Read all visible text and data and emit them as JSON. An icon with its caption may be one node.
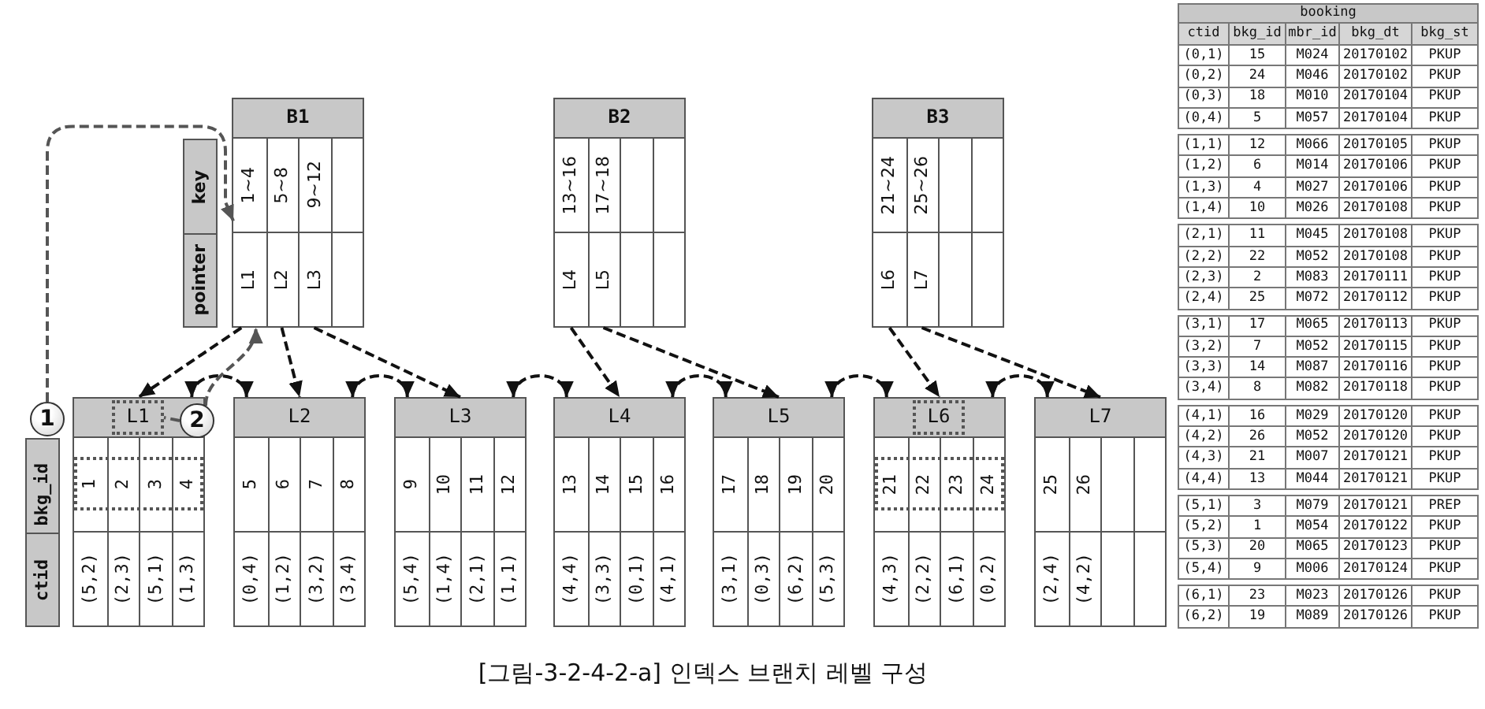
{
  "diagram": {
    "caption": "[그림-3-2-4-2-a] 인덱스 브랜치 레벨 구성",
    "nodes": [
      {
        "text": [
          "key"
        ]
      },
      {
        "text": [
          "pointer"
        ]
      },
      {
        "text": [
          "B1"
        ]
      },
      {
        "text": [
          "1~4"
        ],
        "in": 2
      },
      {
        "text": [
          "5~8"
        ],
        "in": 2
      },
      {
        "text": [
          "9~12"
        ],
        "in": 2
      },
      {
        "text": [],
        "shape": "box",
        "in": 2
      },
      {
        "text": [
          "L1"
        ],
        "in": 2
      },
      {
        "text": [
          "L2"
        ],
        "in": 2
      },
      {
        "text": [
          "L3"
        ],
        "in": 2
      },
      {
        "text": [],
        "shape": "box",
        "in": 2
      },
      {
        "text": [
          "B2"
        ]
      },
      {
        "text": [
          "13~16"
        ],
        "in": 11
      },
      {
        "text": [
          "17~18"
        ],
        "in": 11
      },
      {
        "text": [],
        "shape": "box",
        "in": 11
      },
      {
        "text": [],
        "shape": "box",
        "in": 11
      },
      {
        "text": [
          "L4"
        ],
        "in": 11
      },
      {
        "text": [
          "L5"
        ],
        "in": 11
      },
      {
        "text": [],
        "shape": "box",
        "in": 11
      },
      {
        "text": [],
        "shape": "box",
        "in": 11
      },
      {
        "text": [
          "B3"
        ]
      },
      {
        "text": [
          "21~24"
        ],
        "in": 20
      },
      {
        "text": [
          "25~26"
        ],
        "in": 20
      },
      {
        "text": [],
        "shape": "box",
        "in": 20
      },
      {
        "text": [],
        "shape": "box",
        "in": 20
      },
      {
        "text": [
          "L6"
        ],
        "in": 20
      },
      {
        "text": [
          "L7"
        ],
        "in": 20
      },
      {
        "text": [],
        "shape": "box",
        "in": 20
      },
      {
        "text": [],
        "shape": "box",
        "in": 20
      },
      {
        "text": [
          "bkg_id"
        ]
      },
      {
        "text": [
          "ctid"
        ]
      },
      {
        "text": [
          "1"
        ]
      },
      {
        "text": [],
        "shape": "box"
      },
      {
        "text": [
          "L1"
        ],
        "in": 32
      },
      {
        "text": [],
        "shape": "box",
        "in": 32
      },
      {
        "text": [
          "1"
        ],
        "in": 32
      },
      {
        "text": [
          "2"
        ],
        "in": 32
      },
      {
        "text": [
          "3"
        ],
        "in": 32
      },
      {
        "text": [
          "4"
        ],
        "in": 32
      },
      {
        "text": [
          "(5,2)"
        ],
        "in": 32
      },
      {
        "text": [
          "(2,3)"
        ],
        "in": 32
      },
      {
        "text": [
          "(5,1)"
        ],
        "in": 32
      },
      {
        "text": [
          "(1,3)"
        ],
        "in": 32
      },
      {
        "text": [
          "2"
        ]
      },
      {
        "text": [
          "L2"
        ]
      },
      {
        "text": [
          "5"
        ],
        "in": 44
      },
      {
        "text": [
          "6"
        ],
        "in": 44
      },
      {
        "text": [
          "7"
        ],
        "in": 44
      },
      {
        "text": [
          "8"
        ],
        "in": 44
      },
      {
        "text": [
          "(0,4)"
        ],
        "in": 44
      },
      {
        "text": [
          "(1,2)"
        ],
        "in": 44
      },
      {
        "text": [
          "(3,2)"
        ],
        "in": 44
      },
      {
        "text": [
          "(3,4)"
        ],
        "in": 44
      },
      {
        "text": [
          "L3"
        ]
      },
      {
        "text": [
          "9"
        ],
        "in": 53
      },
      {
        "text": [
          "10"
        ],
        "in": 53
      },
      {
        "text": [
          "11"
        ],
        "in": 53
      },
      {
        "text": [
          "12"
        ],
        "in": 53
      },
      {
        "text": [
          "(5,4)"
        ],
        "in": 53
      },
      {
        "text": [
          "(1,4)"
        ],
        "in": 53
      },
      {
        "text": [
          "(2,1)"
        ],
        "in": 53
      },
      {
        "text": [
          "(1,1)"
        ],
        "in": 53
      },
      {
        "text": [
          "L4"
        ]
      },
      {
        "text": [
          "13"
        ],
        "in": 62
      },
      {
        "text": [
          "14"
        ],
        "in": 62
      },
      {
        "text": [
          "15"
        ],
        "in": 62
      },
      {
        "text": [
          "16"
        ],
        "in": 62
      },
      {
        "text": [
          "(4,4)"
        ],
        "in": 62
      },
      {
        "text": [
          "(3,3)"
        ],
        "in": 62
      },
      {
        "text": [
          "(0,1)"
        ],
        "in": 62
      },
      {
        "text": [
          "(4,1)"
        ],
        "in": 62
      },
      {
        "text": [
          "L5"
        ]
      },
      {
        "text": [
          "17"
        ],
        "in": 71
      },
      {
        "text": [
          "18"
        ],
        "in": 71
      },
      {
        "text": [
          "19"
        ],
        "in": 71
      },
      {
        "text": [
          "20"
        ],
        "in": 71
      },
      {
        "text": [
          "(3,1)"
        ],
        "in": 71
      },
      {
        "text": [
          "(0,3)"
        ],
        "in": 71
      },
      {
        "text": [
          "(6,2)"
        ],
        "in": 71
      },
      {
        "text": [
          "(5,3)"
        ],
        "in": 71
      },
      {
        "text": [],
        "shape": "box"
      },
      {
        "text": [
          "L6"
        ],
        "in": 80
      },
      {
        "text": [],
        "shape": "box",
        "in": 80
      },
      {
        "text": [
          "21"
        ],
        "in": 80
      },
      {
        "text": [
          "22"
        ],
        "in": 80
      },
      {
        "text": [
          "23"
        ],
        "in": 80
      },
      {
        "text": [
          "24"
        ],
        "in": 80
      },
      {
        "text": [
          "(4,3)"
        ],
        "in": 80
      },
      {
        "text": [
          "(2,2)"
        ],
        "in": 80
      },
      {
        "text": [
          "(6,1)"
        ],
        "in": 80
      },
      {
        "text": [
          "(0,2)"
        ],
        "in": 80
      },
      {
        "text": [
          "L7"
        ]
      },
      {
        "text": [
          "25"
        ],
        "in": 91
      },
      {
        "text": [
          "26"
        ],
        "in": 91
      },
      {
        "text": [],
        "shape": "box",
        "in": 91
      },
      {
        "text": [],
        "shape": "box",
        "in": 91
      },
      {
        "text": [
          "(2,4)"
        ],
        "in": 91
      },
      {
        "text": [
          "(4,2)"
        ],
        "in": 91
      },
      {
        "text": [],
        "shape": "box",
        "in": 91
      },
      {
        "text": [],
        "shape": "box",
        "in": 91
      }
    ],
    "edges": [
      {
        "from": 7,
        "to": 32,
        "arrow": "to",
        "style": "dashed"
      },
      {
        "from": 8,
        "to": 44,
        "arrow": "to",
        "style": "dashed"
      },
      {
        "from": 9,
        "to": 53,
        "arrow": "to",
        "style": "dashed"
      },
      {
        "from": 16,
        "to": 62,
        "arrow": "to",
        "style": "dashed"
      },
      {
        "from": 17,
        "to": 71,
        "arrow": "to",
        "style": "dashed"
      },
      {
        "from": 25,
        "to": 80,
        "arrow": "to",
        "style": "dashed"
      },
      {
        "from": 26,
        "to": 91,
        "arrow": "to",
        "style": "dashed"
      },
      {
        "from": 32,
        "to": 44,
        "arrow": "both",
        "style": "dashed"
      },
      {
        "from": 44,
        "to": 53,
        "arrow": "both",
        "style": "dashed"
      },
      {
        "from": 53,
        "to": 62,
        "arrow": "both",
        "style": "dashed"
      },
      {
        "from": 62,
        "to": 71,
        "arrow": "both",
        "style": "dashed"
      },
      {
        "from": 71,
        "to": 80,
        "arrow": "both",
        "style": "dashed"
      },
      {
        "from": 80,
        "to": 91,
        "arrow": "both",
        "style": "dashed"
      },
      {
        "from": 31,
        "to": 3,
        "arrow": "to",
        "style": "dashed",
        "color": "#555555"
      },
      {
        "from": 43,
        "to": 7,
        "arrow": "to",
        "style": "dashed",
        "color": "#555555"
      },
      {
        "from": 43,
        "to": 33,
        "arrow": "none",
        "style": "dashed",
        "color": "#555555"
      }
    ],
    "labels": [
      "booking",
      "ctid",
      "bkg_id",
      "mbr_id",
      "bkg_dt",
      "bkg_st",
      "(0,1)",
      "15",
      "M024",
      "20170102",
      "PKUP",
      "(0,2)",
      "24",
      "M046",
      "20170102",
      "PKUP",
      "(0,3)",
      "18",
      "M010",
      "20170104",
      "PKUP",
      "(0,4)",
      "5",
      "M057",
      "20170104",
      "PKUP",
      "(1,1)",
      "12",
      "M066",
      "20170105",
      "PKUP",
      "(1,2)",
      "6",
      "M014",
      "20170106",
      "PKUP",
      "(1,3)",
      "4",
      "M027",
      "20170106",
      "PKUP",
      "(1,4)",
      "10",
      "M026",
      "20170108",
      "PKUP",
      "(2,1)",
      "11",
      "M045",
      "20170108",
      "PKUP",
      "(2,2)",
      "22",
      "M052",
      "20170108",
      "PKUP",
      "(2,3)",
      "2",
      "M083",
      "20170111",
      "PKUP",
      "(2,4)",
      "25",
      "M072",
      "20170112",
      "PKUP",
      "(3,1)",
      "17",
      "M065",
      "20170113",
      "PKUP",
      "(3,2)",
      "7",
      "M052",
      "20170115",
      "PKUP",
      "(3,3)",
      "14",
      "M087",
      "20170116",
      "PKUP",
      "(3,4)",
      "8",
      "M082",
      "20170118",
      "PKUP",
      "(4,1)",
      "16",
      "M029",
      "20170120",
      "PKUP",
      "(4,2)",
      "26",
      "M052",
      "20170120",
      "PKUP",
      "(4,3)",
      "21",
      "M007",
      "20170121",
      "PKUP",
      "(4,4)",
      "13",
      "M044",
      "20170121",
      "PKUP",
      "(5,1)",
      "3",
      "M079",
      "20170121",
      "PREP",
      "(5,2)",
      "1",
      "M054",
      "20170122",
      "PKUP",
      "(5,3)",
      "20",
      "M065",
      "20170123",
      "PKUP",
      "(5,4)",
      "9",
      "M006",
      "20170124",
      "PKUP",
      "(6,1)",
      "23",
      "M023",
      "20170126",
      "PKUP",
      "(6,2)",
      "19",
      "M089",
      "20170126",
      "PKUP"
    ]
  }
}
